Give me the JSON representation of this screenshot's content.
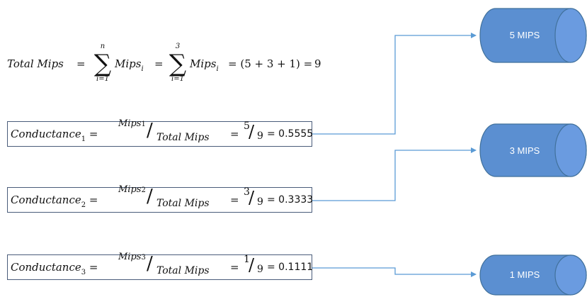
{
  "total": {
    "lhs": "Total Mips",
    "eq": "=",
    "sum1_top": "n",
    "sum1_bottom": "i=1",
    "term": "Mips",
    "term_sub": "i",
    "sum2_top": "3",
    "sum2_bottom": "i=1",
    "expansion": "= (5 + 3 + 1) =",
    "result": "9"
  },
  "rows": [
    {
      "label": "Conductance",
      "sub": "1",
      "frac_num": "Mips",
      "frac_num_sub": "1",
      "frac_den": "Total Mips",
      "ratio_num": "5",
      "ratio_den": "9",
      "value": "= 0.5555"
    },
    {
      "label": "Conductance",
      "sub": "2",
      "frac_num": "Mips",
      "frac_num_sub": "2",
      "frac_den": "Total Mips",
      "ratio_num": "3",
      "ratio_den": "9",
      "value": "= 0.3333"
    },
    {
      "label": "Conductance",
      "sub": "3",
      "frac_num": "Mips",
      "frac_num_sub": "3",
      "frac_den": "Total Mips",
      "ratio_num": "1",
      "ratio_den": "9",
      "value": "= 0.1111"
    }
  ],
  "nodes": [
    {
      "label": "5 MIPS"
    },
    {
      "label": "3 MIPS"
    },
    {
      "label": "1 MIPS"
    }
  ],
  "colors": {
    "cylinder_fill": "#5b8fd1",
    "cylinder_stroke": "#41719c",
    "connector": "#5b9bd5",
    "box_border": "#4a5c7a"
  }
}
